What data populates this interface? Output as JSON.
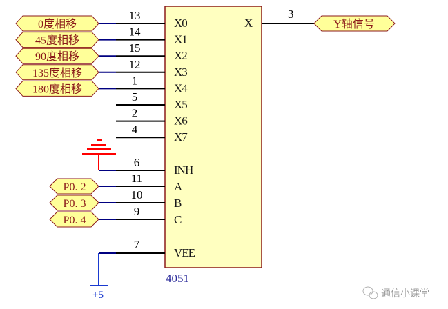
{
  "chip": {
    "part_number": "4051",
    "output_pin": {
      "label": "X",
      "number": "3"
    },
    "input_pins": [
      {
        "label": "X0",
        "number": "13"
      },
      {
        "label": "X1",
        "number": "14"
      },
      {
        "label": "X2",
        "number": "15"
      },
      {
        "label": "X3",
        "number": "12"
      },
      {
        "label": "X4",
        "number": "1"
      },
      {
        "label": "X5",
        "number": "5"
      },
      {
        "label": "X6",
        "number": "2"
      },
      {
        "label": "X7",
        "number": "4"
      }
    ],
    "inh_pin": {
      "label": "INH",
      "number": "6"
    },
    "select_pins": [
      {
        "label": "A",
        "number": "11"
      },
      {
        "label": "B",
        "number": "10"
      },
      {
        "label": "C",
        "number": "9"
      }
    ],
    "vee_pin": {
      "label": "VEE",
      "number": "7"
    }
  },
  "net_labels": {
    "inputs": [
      "0度相移",
      "45度相移",
      "90度相移",
      "135度相移",
      "180度相移"
    ],
    "output": "Y轴信号",
    "select": [
      "P0. 2",
      "P0. 3",
      "P0. 4"
    ]
  },
  "power": {
    "label": "+5"
  },
  "watermark": {
    "text": "通信小课堂"
  },
  "colors": {
    "chip_fill": "#ffffc0",
    "chip_border": "#8b1a1a",
    "label_fill": "#ffff99",
    "wire_black": "#000000",
    "wire_blue": "#000080",
    "ground": "#ff0000",
    "power": "#1a3ad0"
  }
}
